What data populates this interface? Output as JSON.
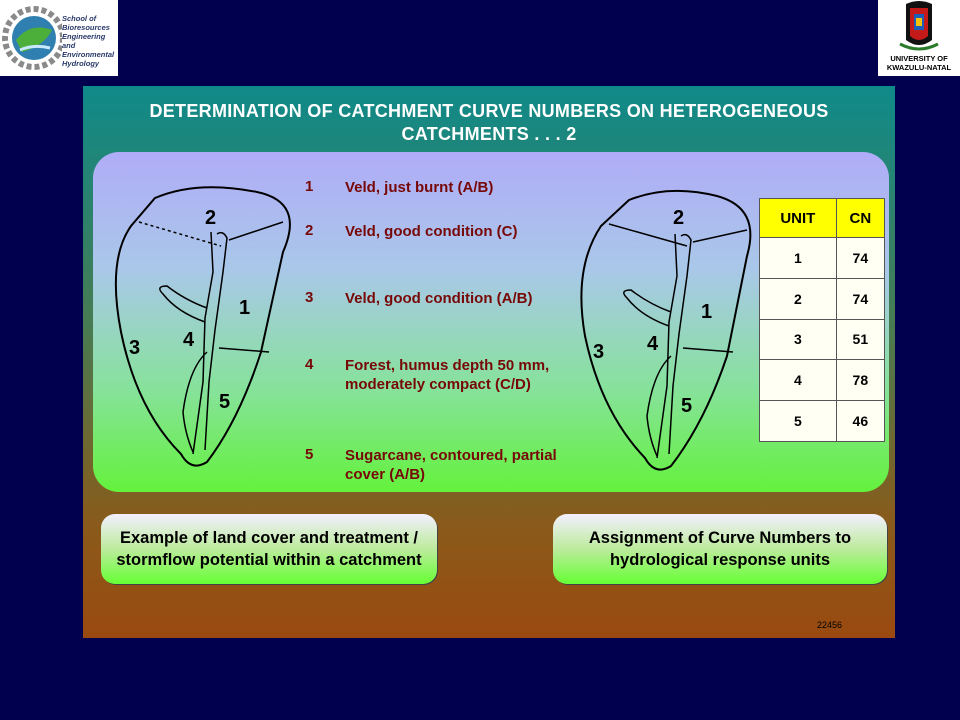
{
  "header": {
    "left_logo_text": "School of Bioresources Engineering and Environmental Hydrology",
    "right_logo_text": "UNIVERSITY OF KWAZULU-NATAL"
  },
  "slide": {
    "title_line1": "DETERMINATION OF CATCHMENT CURVE NUMBERS ON HETEROGENEOUS",
    "title_line2": "CATCHMENTS . . . 2",
    "legend": [
      {
        "num": "1",
        "text": "Veld, just burnt (A/B)"
      },
      {
        "num": "2",
        "text": "Veld, good condition (C)"
      },
      {
        "num": "3",
        "text": "Veld, good condition (A/B)"
      },
      {
        "num": "4",
        "text": "Forest, humus depth 50 mm, moderately compact (C/D)"
      },
      {
        "num": "5",
        "text": "Sugarcane, contoured, partial cover (A/B)"
      }
    ],
    "map_labels": [
      "1",
      "2",
      "3",
      "4",
      "5"
    ],
    "table": {
      "headers": [
        "UNIT",
        "CN"
      ],
      "rows": [
        [
          "1",
          "74"
        ],
        [
          "2",
          "74"
        ],
        [
          "3",
          "51"
        ],
        [
          "4",
          "78"
        ],
        [
          "5",
          "46"
        ]
      ]
    },
    "caption_left": "Example of land cover and treatment / stormflow potential within a catchment",
    "caption_right": "Assignment of Curve Numbers to hydrological response units",
    "slide_number": "22456"
  }
}
